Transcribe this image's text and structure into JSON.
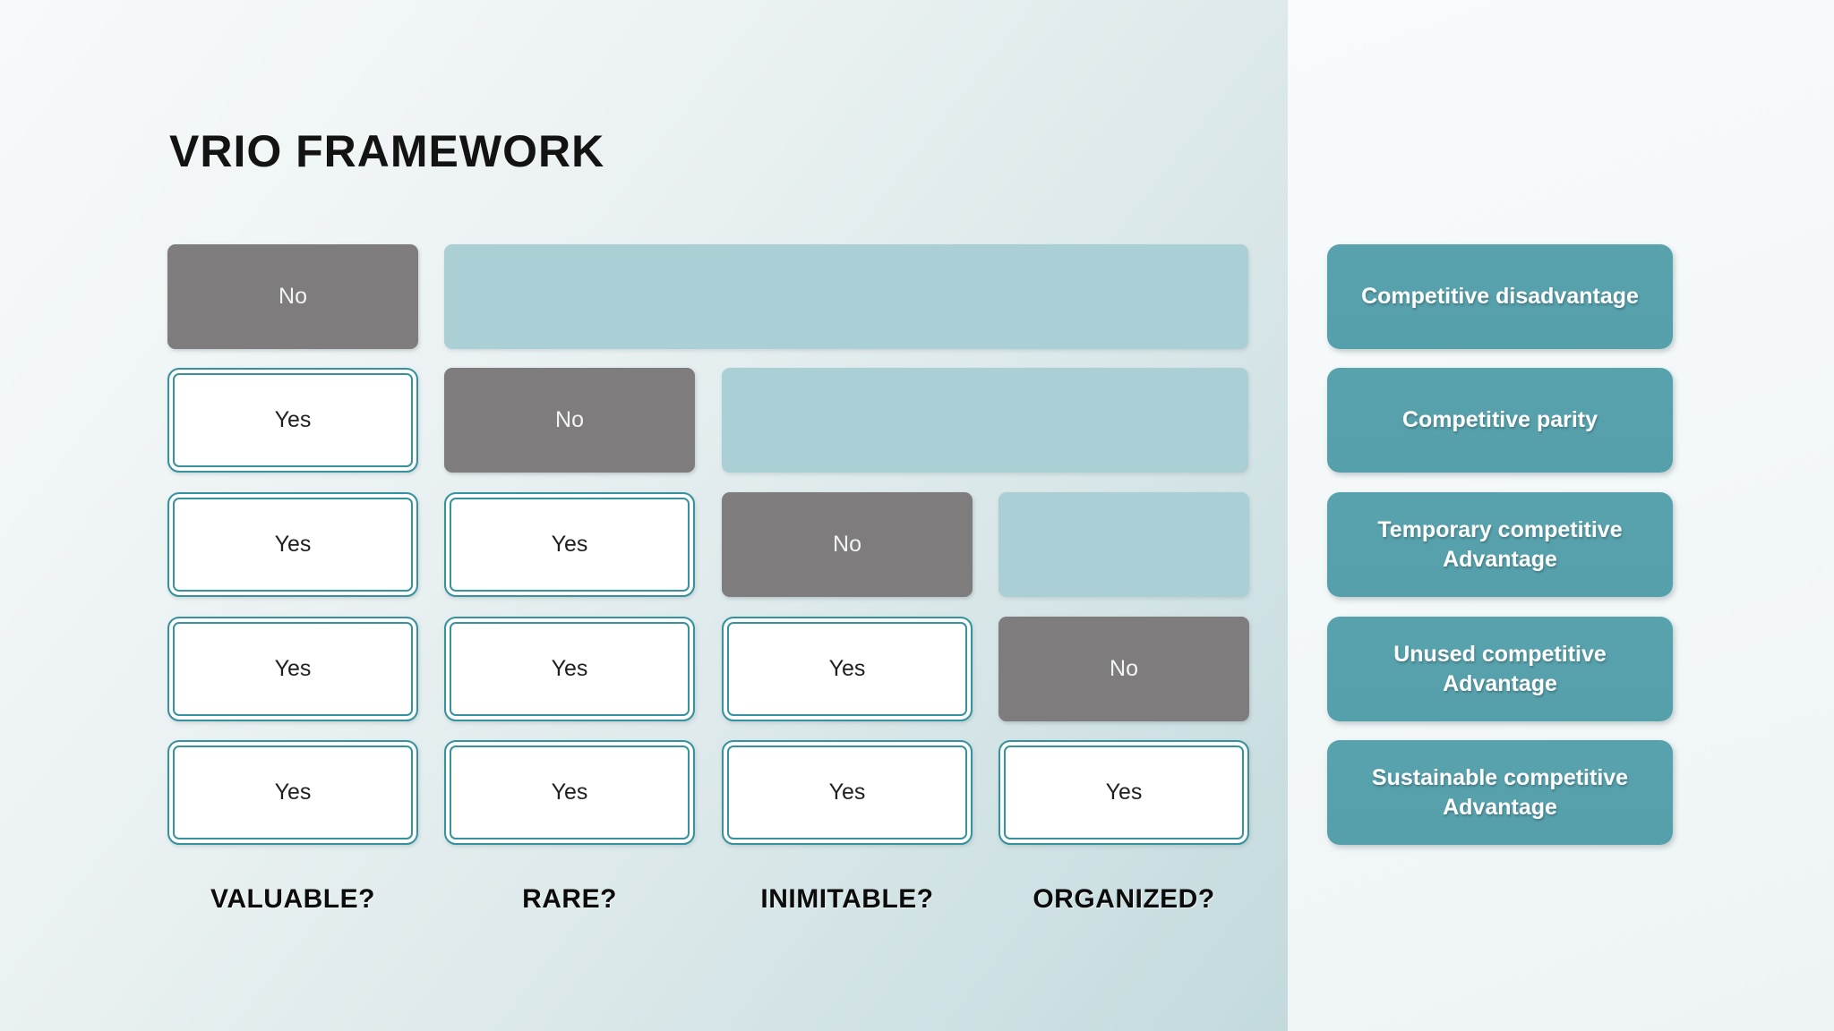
{
  "title": "VRIO FRAMEWORK",
  "grid": {
    "column_labels": [
      "VALUABLE?",
      "RARE?",
      "INIMITABLE?",
      "ORGANIZED?"
    ],
    "rows": [
      {
        "cells": [
          {
            "value": "No"
          }
        ]
      },
      {
        "cells": [
          {
            "value": "Yes"
          },
          {
            "value": "No"
          }
        ]
      },
      {
        "cells": [
          {
            "value": "Yes"
          },
          {
            "value": "Yes"
          },
          {
            "value": "No"
          }
        ]
      },
      {
        "cells": [
          {
            "value": "Yes"
          },
          {
            "value": "Yes"
          },
          {
            "value": "Yes"
          },
          {
            "value": "No"
          }
        ]
      },
      {
        "cells": [
          {
            "value": "Yes"
          },
          {
            "value": "Yes"
          },
          {
            "value": "Yes"
          },
          {
            "value": "Yes"
          }
        ]
      }
    ]
  },
  "outcomes": [
    {
      "label": "Competitive disadvantage"
    },
    {
      "label": "Competitive parity"
    },
    {
      "label": "Temporary competitive Advantage"
    },
    {
      "label": "Unused competitive Advantage"
    },
    {
      "label": "Sustainable competitive Advantage"
    }
  ],
  "colors": {
    "no_box": "#7e7c7c",
    "empty_box": "#aacfd4",
    "yes_border": "#35929e",
    "outcome_box": "#55a0ab",
    "outcome_text": "#ffffff"
  }
}
